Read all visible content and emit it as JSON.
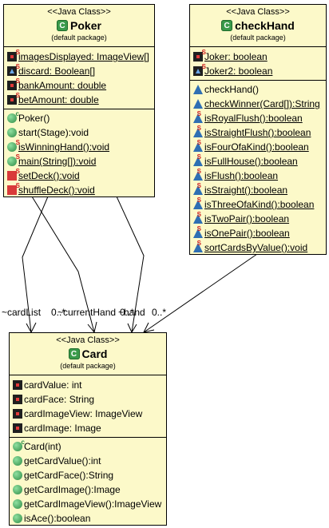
{
  "classes": {
    "poker": {
      "stereotype": "<<Java Class>>",
      "name": "Poker",
      "package": "(default package)",
      "fields": [
        {
          "text": "imagesDisplayed: ImageView[]",
          "icon": "private-static-field-icon"
        },
        {
          "text": "discard: Boolean[]",
          "icon": "static-field-icon"
        },
        {
          "text": "bankAmount: double",
          "icon": "private-static-field-icon"
        },
        {
          "text": "betAmount: double",
          "icon": "private-static-field-icon"
        }
      ],
      "methods": [
        {
          "text": "Poker()",
          "icon": "constructor-icon"
        },
        {
          "text": "start(Stage):void",
          "icon": "public-method-icon"
        },
        {
          "text": "isWinningHand():void",
          "icon": "static-method-icon"
        },
        {
          "text": "main(String[]):void",
          "icon": "static-method-icon"
        },
        {
          "text": "setDeck():void",
          "icon": "private-static-method-icon"
        },
        {
          "text": "shuffleDeck():void",
          "icon": "private-static-method-icon"
        }
      ]
    },
    "checkhand": {
      "stereotype": "<<Java Class>>",
      "name": "checkHand",
      "package": "(default package)",
      "fields": [
        {
          "text": "Joker: boolean",
          "icon": "private-static-field-icon"
        },
        {
          "text": "Joker2: boolean",
          "icon": "static-field-icon"
        }
      ],
      "methods": [
        {
          "text": "checkHand()",
          "icon": "default-method-icon"
        },
        {
          "text": "checkWinner(Card[]):String",
          "icon": "default-method-icon"
        },
        {
          "text": "isRoyalFlush():boolean",
          "icon": "default-static-method-icon"
        },
        {
          "text": "isStraightFlush():boolean",
          "icon": "default-static-method-icon"
        },
        {
          "text": "isFourOfaKind():boolean",
          "icon": "default-static-method-icon"
        },
        {
          "text": "isFullHouse():boolean",
          "icon": "default-static-method-icon"
        },
        {
          "text": "isFlush():boolean",
          "icon": "default-static-method-icon"
        },
        {
          "text": "isStraight():boolean",
          "icon": "default-static-method-icon"
        },
        {
          "text": "isThreeOfaKind():boolean",
          "icon": "default-static-method-icon"
        },
        {
          "text": "isTwoPair():boolean",
          "icon": "default-static-method-icon"
        },
        {
          "text": "isOnePair():boolean",
          "icon": "default-static-method-icon"
        },
        {
          "text": "sortCardsByValue():void",
          "icon": "default-static-method-icon"
        }
      ]
    },
    "card": {
      "stereotype": "<<Java Class>>",
      "name": "Card",
      "package": "(default package)",
      "fields": [
        {
          "text": "cardValue: int",
          "icon": "private-field-icon"
        },
        {
          "text": "cardFace: String",
          "icon": "private-field-icon"
        },
        {
          "text": "cardImageView: ImageView",
          "icon": "private-field-icon"
        },
        {
          "text": "cardImage: Image",
          "icon": "private-field-icon"
        }
      ],
      "methods": [
        {
          "text": "Card(int)",
          "icon": "constructor-icon"
        },
        {
          "text": "getCardValue():int",
          "icon": "public-method-icon"
        },
        {
          "text": "getCardFace():String",
          "icon": "public-method-icon"
        },
        {
          "text": "getCardImage():Image",
          "icon": "public-method-icon"
        },
        {
          "text": "getCardImageView():ImageView",
          "icon": "public-method-icon"
        },
        {
          "text": "isAce():boolean",
          "icon": "public-method-icon"
        }
      ]
    }
  },
  "associations": {
    "cardlist_role": "~cardList",
    "cardlist_mult": "0..*",
    "currenthand_role": "~currentHand",
    "currenthand_mult": "0..*",
    "hand_role": "~hand",
    "hand_mult": "0..*"
  }
}
